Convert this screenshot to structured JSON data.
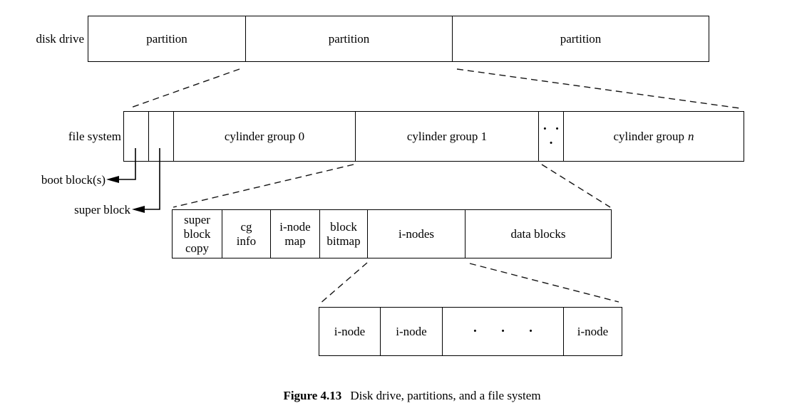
{
  "diagram": {
    "disk_drive_label": "disk drive",
    "partitions": [
      "partition",
      "partition",
      "partition"
    ],
    "file_system_label": "file system",
    "boot_block_label": "boot block(s)",
    "super_block_label": "super block",
    "fs_cells": {
      "cg0": "cylinder group 0",
      "cg1": "cylinder group 1",
      "dots": "· · ·",
      "cgn_prefix": "cylinder group",
      "cgn_var": "n"
    },
    "cg_cells": [
      "super\nblock\ncopy",
      "cg\ninfo",
      "i-node\nmap",
      "block\nbitmap",
      "i-nodes",
      "data blocks"
    ],
    "inode_cells": [
      "i-node",
      "i-node",
      "· · ·",
      "i-node"
    ],
    "line_color": "#141414"
  },
  "caption": {
    "label": "Figure 4.13",
    "text": "Disk drive, partitions, and a file system"
  }
}
